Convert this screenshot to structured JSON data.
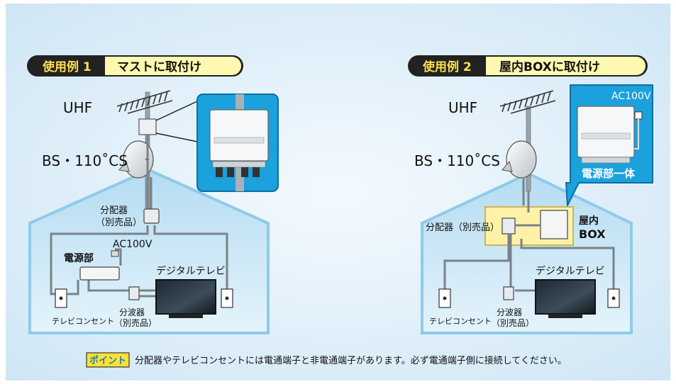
{
  "example1": {
    "tag": "使用例 1",
    "title": "マストに取付け",
    "uhf": "UHF",
    "bs": "BS・110˚CS",
    "splitter_line1": "分配器",
    "splitter_line2": "（別売品）",
    "ac": "AC100V",
    "power_unit": "電源部",
    "tv": "デジタルテレビ",
    "outlet": "テレビコンセント",
    "diplexer_line1": "分波器",
    "diplexer_line2": "（別売品）"
  },
  "example2": {
    "tag": "使用例 2",
    "title": "屋内BOXに取付け",
    "uhf": "UHF",
    "bs": "BS・110˚CS",
    "ac": "AC100V",
    "power_integrated": "電源部一体",
    "splitter": "分配器（別売品）",
    "box_line1": "屋内",
    "box_line2": "BOX",
    "tv": "デジタルテレビ",
    "outlet": "テレビコンセント",
    "diplexer_line1": "分波器",
    "diplexer_line2": "（別売品）"
  },
  "note": {
    "badge": "ポイント",
    "text": "分配器やテレビコンセントには電通端子と非電通端子があります。必ず電通端子側に接続してください。"
  },
  "colors": {
    "sky": "#d8edf8",
    "house": "#cfe6f6",
    "accent": "#1ba1dc",
    "yellow": "#fff2a8"
  }
}
